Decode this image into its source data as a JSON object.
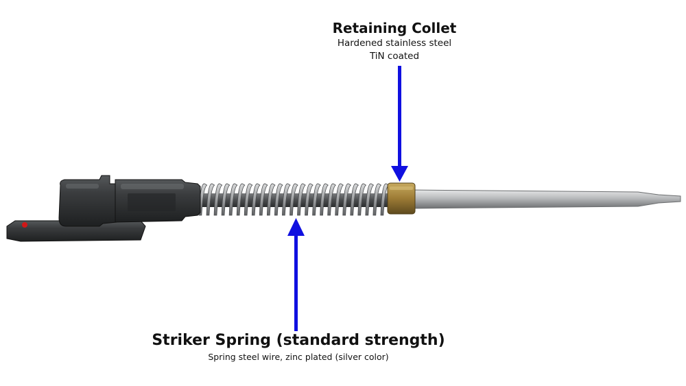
{
  "callouts": {
    "collet": {
      "title": "Retaining Collet",
      "lines": [
        "Hardened stainless steel",
        "TiN coated"
      ]
    },
    "spring": {
      "title": "Striker Spring (standard strength)",
      "lines": [
        "Spring steel wire, zinc plated (silver color)"
      ]
    }
  },
  "colors": {
    "arrow": "#1010e0",
    "striker_body": "#2b2d2e",
    "spring": "#a7a9ab",
    "collet": "#9a7a36",
    "pin": "#b9bbbd",
    "indicator": "#d01818"
  }
}
